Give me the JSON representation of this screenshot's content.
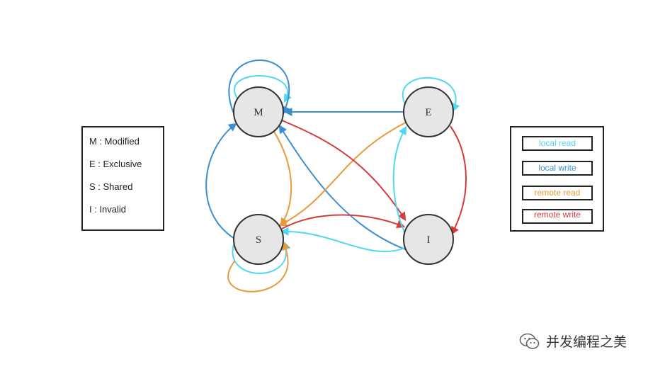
{
  "diagram": {
    "states": [
      {
        "id": "M",
        "label": "M"
      },
      {
        "id": "E",
        "label": "E"
      },
      {
        "id": "S",
        "label": "S"
      },
      {
        "id": "I",
        "label": "I"
      }
    ],
    "transitions": [
      {
        "from": "M",
        "to": "M",
        "type": "local_read"
      },
      {
        "from": "M",
        "to": "M",
        "type": "local_write"
      },
      {
        "from": "E",
        "to": "E",
        "type": "local_read"
      },
      {
        "from": "S",
        "to": "S",
        "type": "local_read"
      },
      {
        "from": "S",
        "to": "S",
        "type": "remote_read"
      },
      {
        "from": "E",
        "to": "M",
        "type": "local_write"
      },
      {
        "from": "S",
        "to": "M",
        "type": "local_write"
      },
      {
        "from": "I",
        "to": "M",
        "type": "local_write"
      },
      {
        "from": "M",
        "to": "S",
        "type": "remote_read"
      },
      {
        "from": "E",
        "to": "S",
        "type": "remote_read"
      },
      {
        "from": "M",
        "to": "I",
        "type": "remote_write"
      },
      {
        "from": "E",
        "to": "I",
        "type": "remote_write"
      },
      {
        "from": "S",
        "to": "I",
        "type": "remote_write"
      },
      {
        "from": "I",
        "to": "S",
        "type": "local_read"
      },
      {
        "from": "I",
        "to": "E",
        "type": "local_read"
      }
    ]
  },
  "legend": {
    "items": [
      "M : Modified",
      "E : Exclusive",
      "S : Shared",
      "I : Invalid"
    ]
  },
  "key": {
    "items": [
      {
        "label": "local read",
        "color": "#4fd8f0"
      },
      {
        "label": "local write",
        "color": "#3a8fd4"
      },
      {
        "label": "remote read",
        "color": "#e89a3a"
      },
      {
        "label": "remote write",
        "color": "#d63b3b"
      }
    ]
  },
  "colors": {
    "local_read": "#4fd8f0",
    "local_write": "#3a8fd4",
    "remote_read": "#e89a3a",
    "remote_write": "#d63b3b",
    "node_fill": "#e6e6e6",
    "node_stroke": "#333333"
  },
  "watermark": {
    "icon": "wechat-icon",
    "text": "并发编程之美"
  }
}
